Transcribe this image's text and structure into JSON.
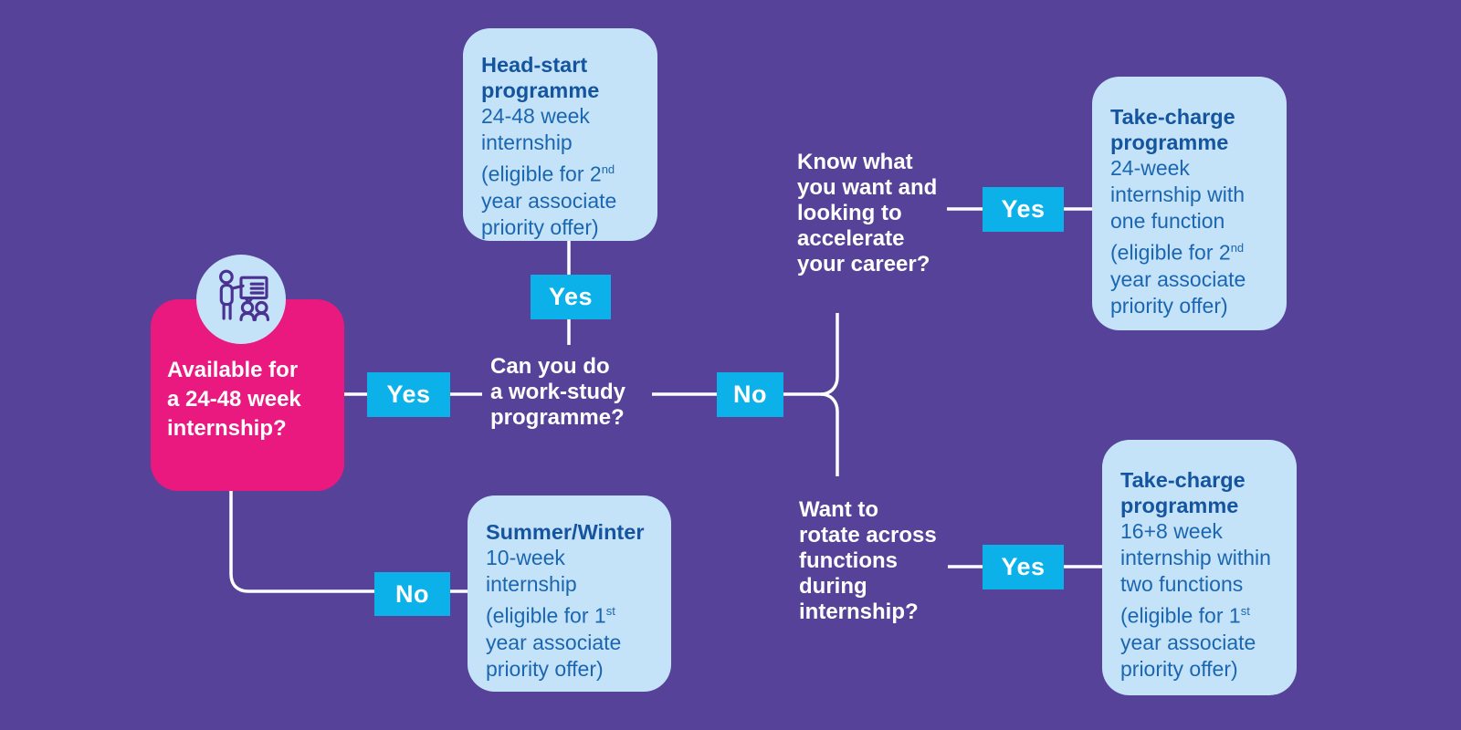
{
  "palette": {
    "background": "#564299",
    "start_pink": "#e9197f",
    "button_cyan": "#0db1e9",
    "card_blue": "#c5e3f8",
    "card_title_text": "#15549f",
    "card_body_text": "#1b66b1",
    "line_white": "#ffffff",
    "icon_stroke": "#4b3191"
  },
  "start": {
    "icon": "presentation-icon",
    "question": "Available for\na 24-48 week\ninternship?"
  },
  "questions": {
    "work_study": "Can you do\na work-study\nprogramme?",
    "accelerate": "Know what\nyou want and\nlooking to\naccelerate\nyour career?",
    "rotate": "Want to\nrotate across\nfunctions\nduring\ninternship?"
  },
  "buttons": {
    "yes_start": "Yes",
    "yes_headstart": "Yes",
    "no_workstudy": "No",
    "yes_accelerate": "Yes",
    "yes_rotate": "Yes",
    "no_start": "No"
  },
  "cards": {
    "head_start": {
      "title": "Head-start\nprogramme",
      "body_pre": "24-48 week\ninternship\n(eligible for 2",
      "ordinal_suffix": "nd",
      "body_post": "\nyear associate\npriority offer)"
    },
    "take_charge_one": {
      "title": "Take-charge\nprogramme",
      "body_pre": "24-week\ninternship with\none function\n(eligible for 2",
      "ordinal_suffix": "nd",
      "body_post": "\nyear associate\npriority offer)"
    },
    "take_charge_two": {
      "title": "Take-charge\nprogramme",
      "body_pre": "16+8 week\ninternship within\ntwo functions\n(eligible for 1",
      "ordinal_suffix": "st",
      "body_post": "\nyear associate\npriority offer)"
    },
    "summer_winter": {
      "title": "Summer/Winter",
      "body_pre": "10-week\ninternship\n(eligible for 1",
      "ordinal_suffix": "st",
      "body_post": "\nyear associate\npriority offer)"
    }
  }
}
